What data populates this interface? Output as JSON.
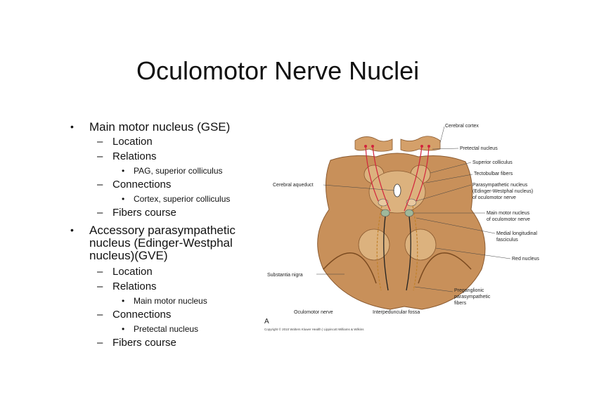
{
  "slide": {
    "title": "Oculomotor Nerve Nuclei",
    "bullets": [
      {
        "text": "Main motor nucleus (GSE)",
        "subs": [
          {
            "text": "Location"
          },
          {
            "text": "Relations",
            "subsubs": [
              "PAG, superior colliculus"
            ]
          },
          {
            "text": "Connections",
            "subsubs": [
              "Cortex, superior colliculus"
            ]
          },
          {
            "text": "Fibers course"
          }
        ]
      },
      {
        "text_lines": [
          "Accessory parasympathetic",
          "nucleus (Edinger-Westphal",
          "nucleus)(GVE)"
        ],
        "subs": [
          {
            "text": "Location"
          },
          {
            "text": "Relations",
            "subsubs": [
              "Main motor nucleus"
            ]
          },
          {
            "text": "Connections",
            "subsubs": [
              "Pretectal nucleus"
            ]
          },
          {
            "text": "Fibers course"
          }
        ]
      }
    ]
  },
  "diagram": {
    "labels": {
      "cerebral_cortex": "Cerebral cortex",
      "pretectal_nucleus": "Pretectal nucleus",
      "superior_colliculus": "Superior colliculus",
      "tectobulbar_fibers": "Tectobulbar fibers",
      "parasympathetic_1": "Parasympathetic nucleus",
      "parasympathetic_2": "(Edinger-Westphal nucleus)",
      "parasympathetic_3": "of oculomotor nerve",
      "cerebral_aqueduct": "Cerebral aqueduct",
      "main_motor_1": "Main motor nucleus",
      "main_motor_2": "of oculomotor nerve",
      "mlf_1": "Medial longitudinal",
      "mlf_2": "fasciculus",
      "red_nucleus": "Red nucleus",
      "substantia_nigra": "Substantia nigra",
      "preganglionic_1": "Preganglionic",
      "preganglionic_2": "parasympathetic",
      "preganglionic_3": "fibers",
      "oculomotor_nerve": "Oculomotor nerve",
      "interpeduncular_fossa": "Interpeduncular fossa",
      "panel_letter": "A",
      "copyright": "Copyright © 2010 Wolters Kluwer Health | Lippincott Williams & Wilkins"
    },
    "colors": {
      "tissue": "#c8905a",
      "tissue_light": "#dcb27e",
      "outline": "#8a5a30",
      "tract_red": "#d2233c"
    }
  }
}
